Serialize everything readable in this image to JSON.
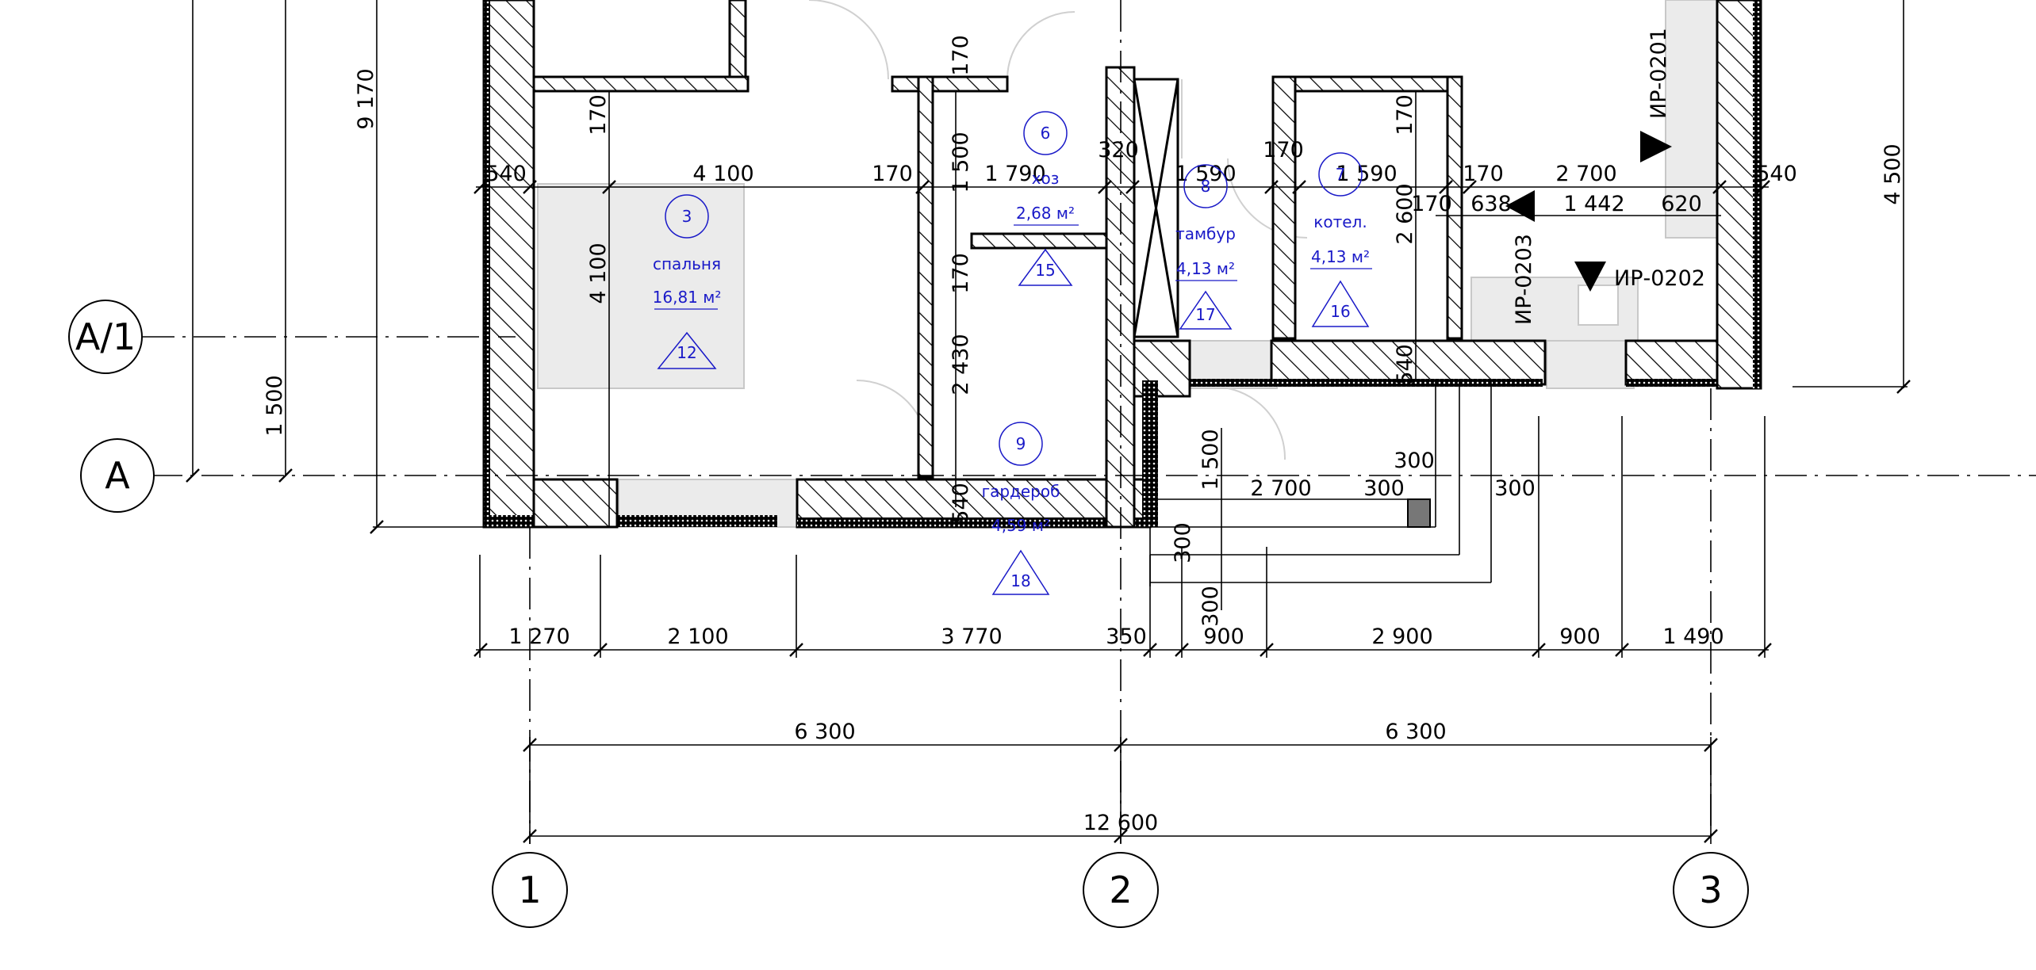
{
  "grid_axes": {
    "horizontal": [
      {
        "label": "A/1"
      },
      {
        "label": "A"
      }
    ],
    "vertical": [
      {
        "label": "1"
      },
      {
        "label": "2"
      },
      {
        "label": "3"
      }
    ]
  },
  "rooms": [
    {
      "number": "3",
      "name": "спальня",
      "area": "16,81 м²",
      "tag": "12"
    },
    {
      "number": "6",
      "name": "хоз",
      "area": "2,68 м²",
      "tag": "15"
    },
    {
      "number": "8",
      "name": "тамбур",
      "area": "4,13 м²",
      "tag": "17"
    },
    {
      "number": "7",
      "name": "котел.",
      "area": "4,13 м²",
      "tag": "16"
    },
    {
      "number": "9",
      "name": "гардероб",
      "area": "4,59 м²",
      "tag": "18"
    }
  ],
  "section_marks": [
    {
      "label": "ИР-0201"
    },
    {
      "label": "ИР-0202"
    },
    {
      "label": "ИР-0203"
    }
  ],
  "dimensions": {
    "top_row": [
      "540",
      "4 100",
      "170",
      "1 790",
      "320",
      "1 590",
      "170",
      "1 590",
      "170",
      "2 700",
      "540"
    ],
    "right_row": [
      "170",
      "638",
      "1 442",
      "620"
    ],
    "bottom_row": [
      "1 270",
      "2 100",
      "3 770",
      "350",
      "900",
      "2 900",
      "900",
      "1 490"
    ],
    "axis_row": [
      "6 300",
      "6 300"
    ],
    "overall": "12 600",
    "left_vertical": [
      "9 170",
      "1 500"
    ],
    "right_vertical": "4 500",
    "interior_vertical": [
      "170",
      "4 100",
      "170",
      "1 500",
      "170",
      "2 430",
      "540",
      "170",
      "2 600",
      "540",
      "1 500",
      "300",
      "300"
    ],
    "interior_horizontal": [
      "2 700",
      "300",
      "300",
      "300"
    ]
  },
  "colors": {
    "line": "#000000",
    "annotation": "#1a1ac8",
    "fixture_fill": "#e6e6e6"
  }
}
